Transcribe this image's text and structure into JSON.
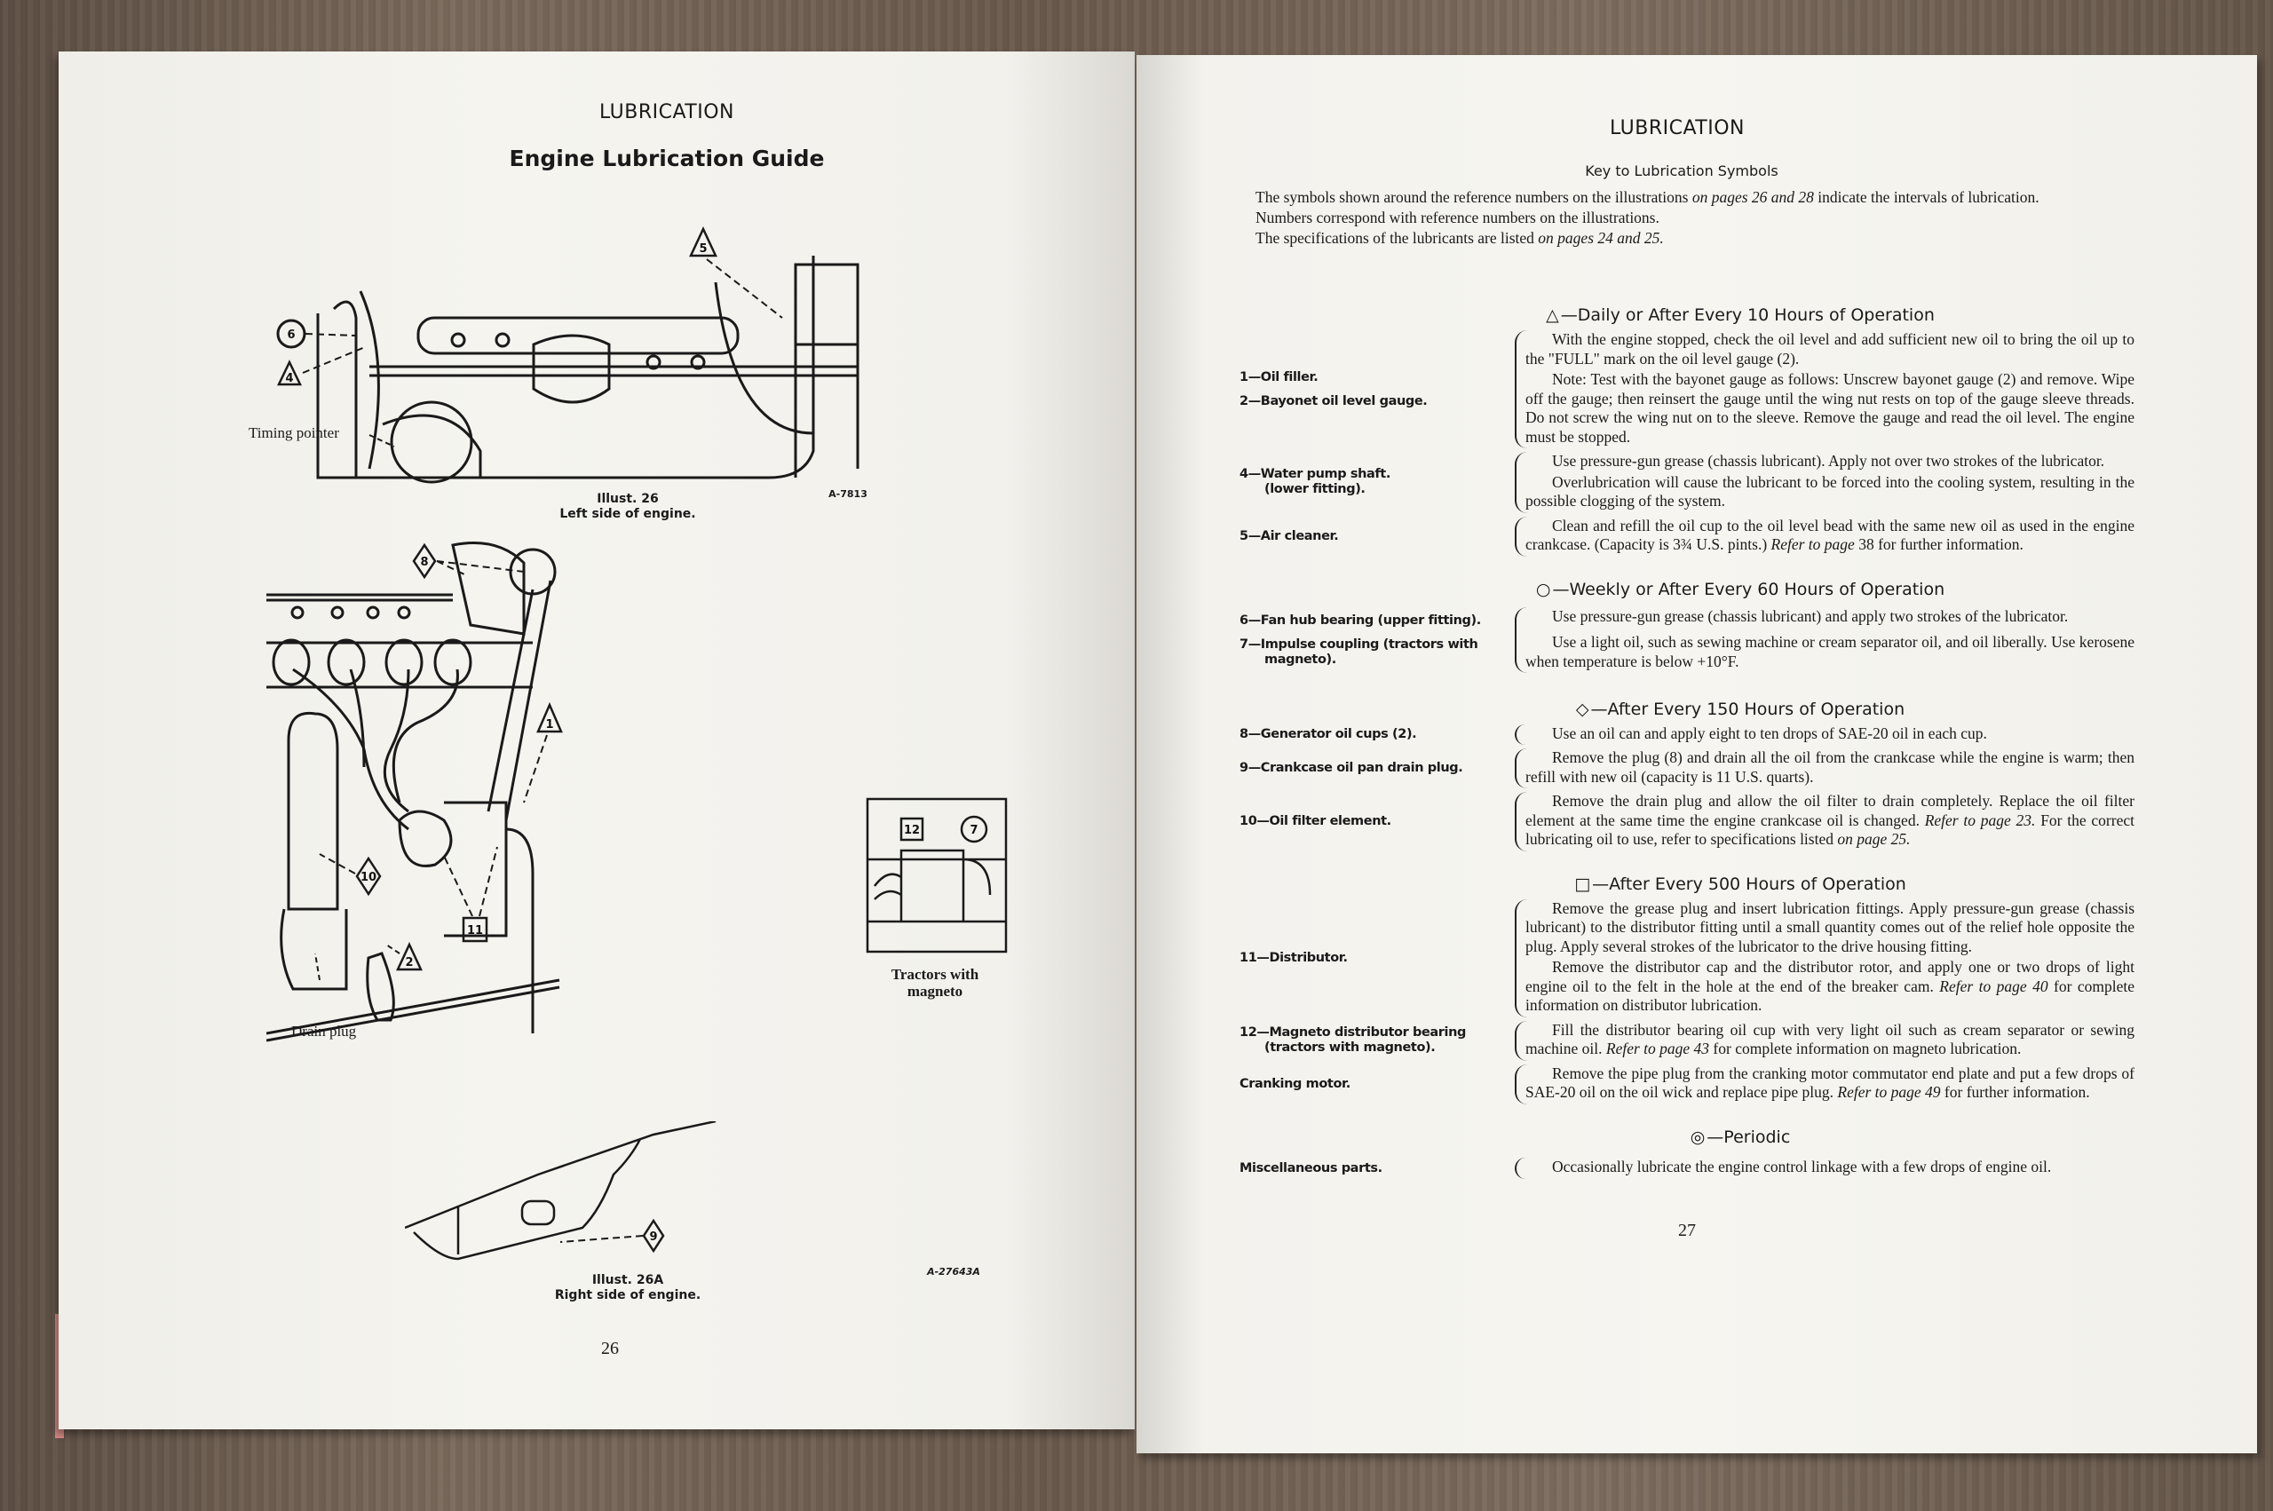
{
  "left_page": {
    "running_head": "LUBRICATION",
    "title": "Engine Lubrication Guide",
    "figure_26": {
      "timing_pointer_label": "Timing pointer",
      "caption_line1": "Illust. 26",
      "caption_line2": "Left side of engine.",
      "code": "A-7813",
      "callouts": [
        {
          "shape": "circle",
          "number": "6"
        },
        {
          "shape": "triangle",
          "number": "4"
        },
        {
          "shape": "triangle",
          "number": "5"
        }
      ]
    },
    "figure_engine_right": {
      "drain_plug_label": "Drain plug",
      "inset_caption_line1": "Tractors with",
      "inset_caption_line2": "magneto",
      "callouts": [
        {
          "shape": "diamond",
          "number": "8"
        },
        {
          "shape": "triangle",
          "number": "1"
        },
        {
          "shape": "diamond",
          "number": "10"
        },
        {
          "shape": "square",
          "number": "11"
        },
        {
          "shape": "triangle",
          "number": "2"
        },
        {
          "shape": "square",
          "number": "12"
        },
        {
          "shape": "circle",
          "number": "7"
        }
      ]
    },
    "figure_26a": {
      "caption_line1": "Illust. 26A",
      "caption_line2": "Right side of engine.",
      "code": "A-27643A",
      "callouts": [
        {
          "shape": "diamond",
          "number": "9"
        }
      ]
    },
    "page_number": "26"
  },
  "right_page": {
    "running_head": "LUBRICATION",
    "subtitle": "Key to Lubrication Symbols",
    "intro": {
      "p1_a": "The symbols shown around the reference numbers on the illustrations ",
      "p1_ref": "on pages 26 and 28",
      "p1_b": " indicate the intervals of lubrication.",
      "p2": "Numbers correspond with reference numbers on the illustrations.",
      "p3_a": "The specifications of the lubricants are listed ",
      "p3_ref": "on pages 24 and 25."
    },
    "sections": {
      "daily": {
        "symbol": "△",
        "heading": "—Daily or After Every 10 Hours of Operation",
        "items": {
          "oil_filler": "1—Oil filler.",
          "bayonet": "2—Bayonet oil level gauge.",
          "text1": "With the engine stopped, check the oil level and add sufficient new oil to bring the oil up to the \"FULL\" mark on the oil level gauge (2).",
          "text2_label": "Note:",
          "text2": " Test with the bayonet gauge as follows: Unscrew bayonet gauge (2) and remove. Wipe off the gauge; then reinsert the gauge until the wing nut rests on top of the gauge sleeve threads. Do not screw the wing nut on to the sleeve. Remove the gauge and read the oil level. The engine must be stopped.",
          "water_pump_1": "4—Water pump shaft.",
          "water_pump_2": "(lower fitting).",
          "water_pump_text1": "Use pressure-gun grease (chassis lubricant). Apply not over two strokes of the lubricator.",
          "water_pump_text2": "Overlubrication will cause the lubricant to be forced into the cooling system, resulting in the possible clogging of the system.",
          "air_cleaner": "5—Air cleaner.",
          "air_cleaner_text_a": "Clean and refill the oil cup to the oil level bead with the same new oil as used in the engine crankcase.  (Capacity is 3¾ U.S. pints.) ",
          "air_cleaner_ref": "Refer to page",
          "air_cleaner_text_b": " 38 for further information."
        }
      },
      "weekly": {
        "symbol": "○",
        "heading": "—Weekly or After Every 60 Hours of Operation",
        "items": {
          "fan_hub": "6—Fan hub bearing (upper fitting).",
          "fan_hub_text": "Use pressure-gun grease (chassis lubricant) and apply two strokes of the lubricator.",
          "impulse_1": "7—Impulse coupling (tractors with",
          "impulse_2": "magneto).",
          "impulse_text": "Use a light oil, such as sewing machine or cream separator oil, and oil liberally. Use kerosene when temperature is below +10°F."
        }
      },
      "hours150": {
        "symbol": "◇",
        "heading": "—After Every 150 Hours of Operation",
        "items": {
          "generator": "8—Generator oil cups (2).",
          "generator_text": "Use an oil can and apply eight to ten drops of SAE-20 oil in each cup.",
          "crankcase": "9—Crankcase oil pan drain plug.",
          "crankcase_text": "Remove the plug (8) and drain all the oil from the crankcase while the engine is warm; then refill with new oil (capacity is 11 U.S. quarts).",
          "filter": "10—Oil filter element.",
          "filter_text_a": "Remove the drain plug and allow the oil filter to drain completely. Replace the oil filter element at the same time the engine crankcase oil is changed. ",
          "filter_ref1": "Refer to page 23.",
          "filter_text_b": " For the correct lubricating oil to use, refer to specifications listed ",
          "filter_ref2": "on page 25."
        }
      },
      "hours500": {
        "symbol": "□",
        "heading": "—After Every 500 Hours of Operation",
        "items": {
          "distributor": "11—Distributor.",
          "distributor_text1": "Remove the grease plug and insert lubrication fittings. Apply pressure-gun grease (chassis lubricant) to the distributor fitting until a small quantity comes out of the relief hole opposite the plug. Apply several strokes of the lubricator to the drive housing fitting.",
          "distributor_text2_a": "Remove the distributor cap and the distributor rotor, and apply one or two drops of light engine oil to the felt in the hole at the end of the breaker cam. ",
          "distributor_ref": "Refer to page 40",
          "distributor_text2_b": " for complete information on distributor lubrication.",
          "magneto_1": "12—Magneto distributor bearing",
          "magneto_2": "(tractors with magneto).",
          "magneto_text_a": "Fill the distributor bearing oil cup with very light oil such as cream separator or sewing machine oil. ",
          "magneto_ref": "Refer to page 43",
          "magneto_text_b": " for complete information on magneto lubrication.",
          "cranking": "Cranking motor.",
          "cranking_text_a": "Remove the pipe plug from the cranking motor commutator end plate and put a few drops of SAE-20 oil on the oil wick and replace pipe plug. ",
          "cranking_ref": "Refer to page 49",
          "cranking_text_b": " for further information."
        }
      },
      "periodic": {
        "symbol": "◎",
        "heading": "—Periodic",
        "items": {
          "misc": "Miscellaneous parts.",
          "misc_text": "Occasionally lubricate the engine control linkage with a few drops of engine oil."
        }
      }
    },
    "page_number": "27"
  }
}
